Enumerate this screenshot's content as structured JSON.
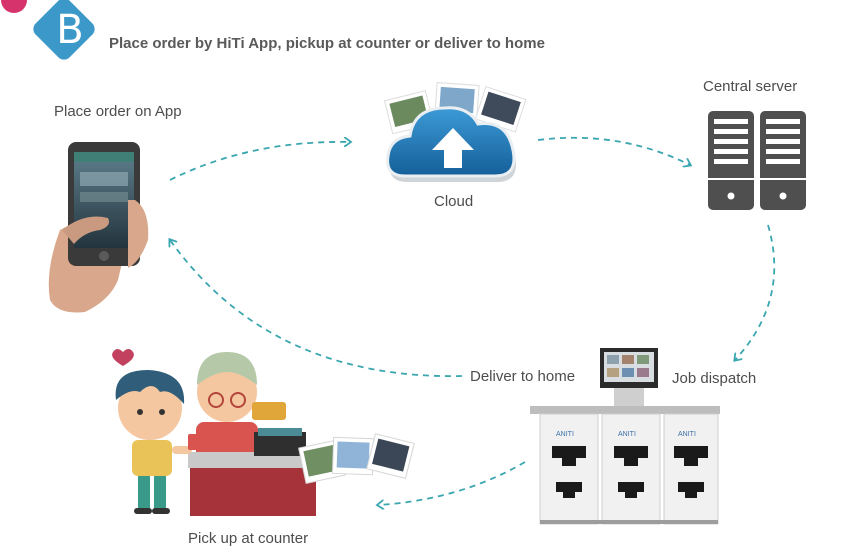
{
  "badge": {
    "letter": "B",
    "color": "#3b98c9",
    "accent": "#d6336c"
  },
  "title": "Place order by HiTi App, pickup at counter or deliver to home",
  "nodes": {
    "app": "Place order on App",
    "cloud": "Cloud",
    "server": "Central server",
    "dispatch": "Job dispatch",
    "deliver": "Deliver to home",
    "pickup": "Pick up at counter"
  },
  "colors": {
    "arrow": "#3aa6b0",
    "server": "#4f4f4f",
    "cloud": "#1e7bbd"
  },
  "icons": [
    "hand-phone-icon",
    "cloud-upload-icon",
    "server-icon",
    "kiosk-icon",
    "shop-counter-icon",
    "photo-prints-icon"
  ]
}
